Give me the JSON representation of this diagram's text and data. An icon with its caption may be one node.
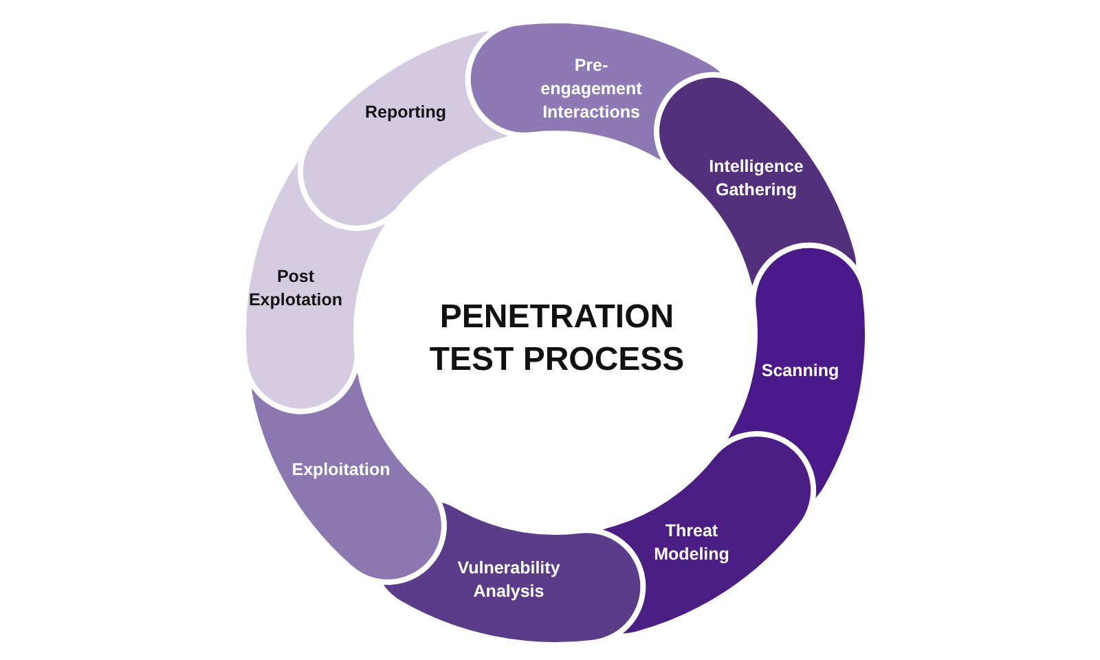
{
  "diagram": {
    "title": "PENETRATION TEST PROCESS",
    "nodes": [
      {
        "text": [
          "Pre-engagement Interactions"
        ]
      },
      {
        "text": [
          "Intelligence Gathering"
        ]
      },
      {
        "text": [
          "Scanning"
        ]
      },
      {
        "text": [
          "Threat Modeling"
        ]
      },
      {
        "text": [
          "Vulnerability Analysis"
        ]
      },
      {
        "text": [
          "Exploitation"
        ]
      },
      {
        "text": [
          "Post Explotation"
        ]
      },
      {
        "text": [
          "Reporting"
        ]
      }
    ]
  }
}
